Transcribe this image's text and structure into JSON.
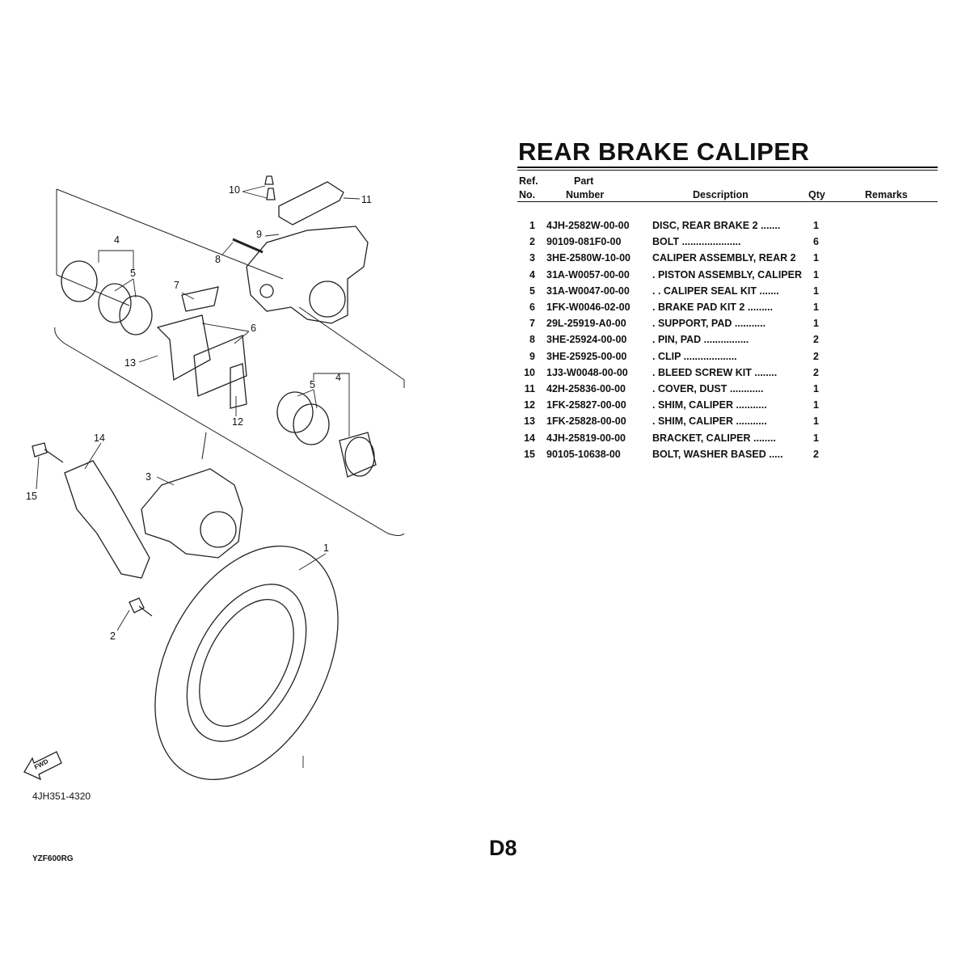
{
  "title": "REAR BRAKE CALIPER",
  "table": {
    "headers": {
      "ref_top": "Ref.",
      "ref_bottom": "No.",
      "part_top": "Part",
      "part_bottom": "Number",
      "description": "Description",
      "qty": "Qty",
      "remarks": "Remarks"
    },
    "rows": [
      {
        "ref": "1",
        "part": "4JH-2582W-00-00",
        "desc": "DISC, REAR BRAKE 2 .......",
        "qty": "1"
      },
      {
        "ref": "2",
        "part": "90109-081F0-00",
        "desc": "BOLT .....................",
        "qty": "6"
      },
      {
        "ref": "3",
        "part": "3HE-2580W-10-00",
        "desc": "CALIPER ASSEMBLY, REAR 2",
        "qty": "1"
      },
      {
        "ref": "4",
        "part": "31A-W0057-00-00",
        "desc": ". PISTON ASSEMBLY, CALIPER",
        "qty": "1"
      },
      {
        "ref": "5",
        "part": "31A-W0047-00-00",
        "desc": ". . CALIPER SEAL KIT .......",
        "qty": "1"
      },
      {
        "ref": "6",
        "part": "1FK-W0046-02-00",
        "desc": ". BRAKE PAD KIT 2 .........",
        "qty": "1"
      },
      {
        "ref": "7",
        "part": "29L-25919-A0-00",
        "desc": ". SUPPORT, PAD ...........",
        "qty": "1"
      },
      {
        "ref": "8",
        "part": "3HE-25924-00-00",
        "desc": ". PIN, PAD ................",
        "qty": "2"
      },
      {
        "ref": "9",
        "part": "3HE-25925-00-00",
        "desc": ". CLIP ...................",
        "qty": "2"
      },
      {
        "ref": "10",
        "part": "1J3-W0048-00-00",
        "desc": ". BLEED SCREW KIT ........",
        "qty": "2"
      },
      {
        "ref": "11",
        "part": "42H-25836-00-00",
        "desc": ". COVER, DUST ............",
        "qty": "1"
      },
      {
        "ref": "12",
        "part": "1FK-25827-00-00",
        "desc": ". SHIM, CALIPER ...........",
        "qty": "1"
      },
      {
        "ref": "13",
        "part": "1FK-25828-00-00",
        "desc": ". SHIM, CALIPER ...........",
        "qty": "1"
      },
      {
        "ref": "14",
        "part": "4JH-25819-00-00",
        "desc": "BRACKET, CALIPER ........",
        "qty": "1"
      },
      {
        "ref": "15",
        "part": "90105-10638-00",
        "desc": "BOLT, WASHER BASED .....",
        "qty": "2"
      }
    ]
  },
  "diagram": {
    "callouts": [
      "10",
      "11",
      "9",
      "8",
      "4",
      "5",
      "7",
      "6",
      "13",
      "12",
      "5",
      "4",
      "14",
      "3",
      "15",
      "1",
      "2"
    ],
    "fwd_label": "FWD",
    "drawing_code": "4JH351-4320"
  },
  "footer": {
    "model": "YZF600RG",
    "page": "D8"
  }
}
